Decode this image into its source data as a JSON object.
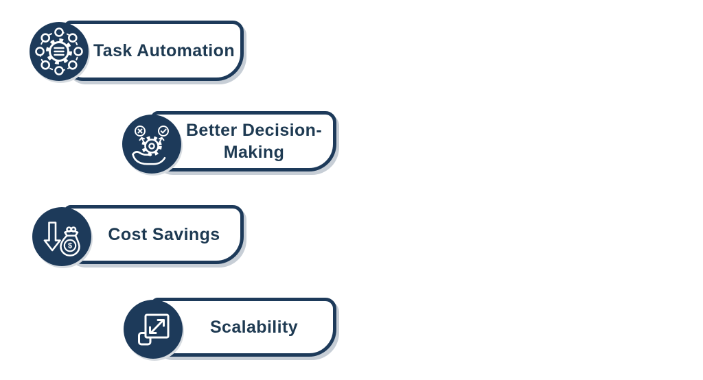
{
  "palette": {
    "navy": "#1d3a5a",
    "text": "#1e3a52",
    "card": "#ffffff",
    "shadow": "#c7ced6"
  },
  "items": [
    {
      "label": "Task Automation",
      "icon": "automation-gear-network-icon"
    },
    {
      "label": "Better Decision-Making",
      "icon": "decision-hand-gear-icon"
    },
    {
      "label": "Cost Savings",
      "icon": "money-bag-down-arrow-icon",
      "currency_symbol": "$"
    },
    {
      "label": "Scalability",
      "icon": "scalability-expand-squares-icon"
    }
  ]
}
